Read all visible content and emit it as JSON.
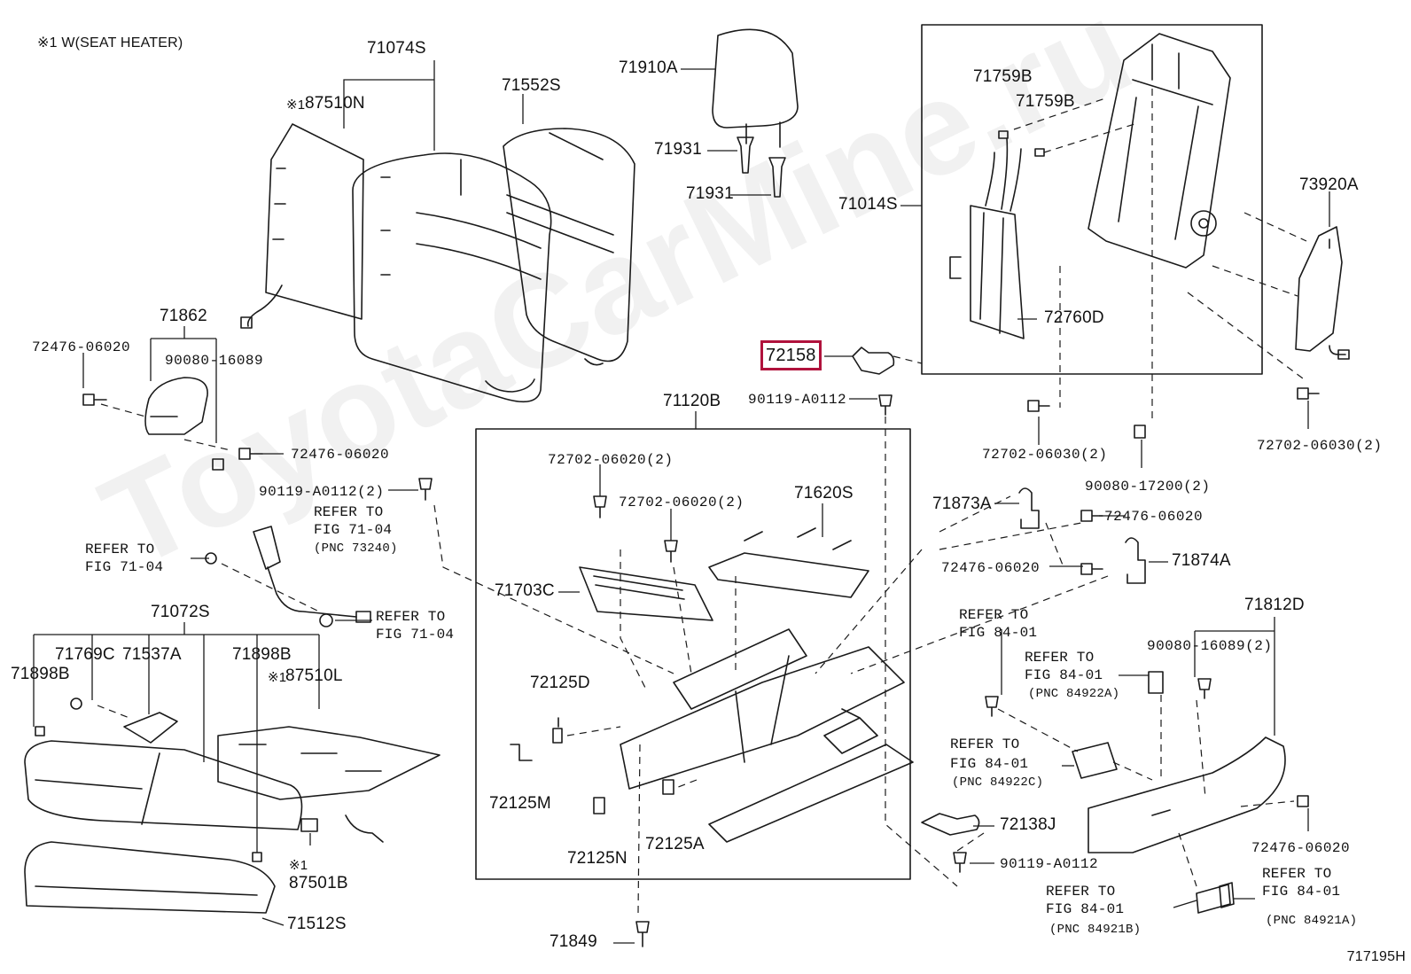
{
  "header_note": "※1 W(SEAT HEATER)",
  "figure_id": "717195H",
  "watermark": "ToyotaCarMine.ru",
  "highlighted_part": "72158",
  "parts": {
    "p71074S": "71074S",
    "p71552S": "71552S",
    "p87510N_mark": "※1",
    "p87510N": "87510N",
    "p71910A": "71910A",
    "p71931a": "71931",
    "p71931b": "71931",
    "p71759Ba": "71759B",
    "p71759Bb": "71759B",
    "p71014S": "71014S",
    "p73920A": "73920A",
    "p72760D": "72760D",
    "p71862": "71862",
    "p72476_06020a": "72476-06020",
    "p90080_16089": "90080-16089",
    "p72476_06020b": "72476-06020",
    "p72158": "72158",
    "p90119_A0112a": "90119-A0112",
    "p71120B": "71120B",
    "p72702_06030a": "72702-06030(2)",
    "p72702_06030b": "72702-06030(2)",
    "p90080_17200": "90080-17200(2)",
    "p90119_A0112b": "90119-A0112(2)",
    "p72702_06020a": "72702-06020(2)",
    "p72702_06020b": "72702-06020(2)",
    "p71620S": "71620S",
    "p71873A": "71873A",
    "p72476_06020c": "72476-06020",
    "p72476_06020d": "72476-06020",
    "p71874A": "71874A",
    "p71703C": "71703C",
    "p71072S": "71072S",
    "p71769C": "71769C",
    "p71537A": "71537A",
    "p71898Ba": "71898B",
    "p71898Bb": "71898B",
    "p87510L_mark": "※1",
    "p87510L": "87510L",
    "p72125D": "72125D",
    "p72125M": "72125M",
    "p72125N": "72125N",
    "p72125A": "72125A",
    "p87501B_mark": "※1",
    "p87501B": "87501B",
    "p71512S": "71512S",
    "p71849": "71849",
    "p71812D": "71812D",
    "p90080_16089b": "90080-16089(2)",
    "p72138J": "72138J",
    "p90119_A0112c": "90119-A0112",
    "p72476_06020e": "72476-06020"
  },
  "refs": {
    "r_fig71_04_a_1": "REFER TO",
    "r_fig71_04_a_2": "FIG 71-04",
    "r_fig71_04_a_3": "(PNC 73240)",
    "r_fig71_04_b_1": "REFER TO",
    "r_fig71_04_b_2": "FIG 71-04",
    "r_fig71_04_c_1": "REFER TO",
    "r_fig71_04_c_2": "FIG 71-04",
    "r_fig84_01_a_1": "REFER TO",
    "r_fig84_01_a_2": "FIG 84-01",
    "r_fig84_01_b_1": "REFER TO",
    "r_fig84_01_b_2": "FIG 84-01",
    "r_fig84_01_b_3": "(PNC 84922A)",
    "r_fig84_01_c_1": "REFER TO",
    "r_fig84_01_c_2": "FIG 84-01",
    "r_fig84_01_c_3": "(PNC 84922C)",
    "r_fig84_01_d_1": "REFER TO",
    "r_fig84_01_d_2": "FIG 84-01",
    "r_fig84_01_d_3": "(PNC 84921B)",
    "r_fig84_01_e_1": "REFER TO",
    "r_fig84_01_e_2": "FIG 84-01",
    "r_fig84_01_e_3": "(PNC 84921A)"
  },
  "colors": {
    "ink": "#111111",
    "highlight": "#b0123c",
    "paper": "#ffffff"
  }
}
